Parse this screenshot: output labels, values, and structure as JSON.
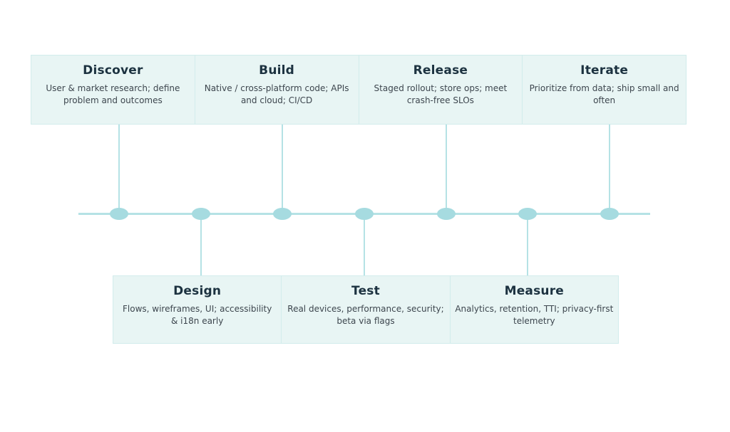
{
  "diagram": {
    "stages": [
      {
        "label": "Discover",
        "description": "User & market research; define problem and outcomes",
        "side": "top"
      },
      {
        "label": "Design",
        "description": "Flows, wireframes, UI; accessibility & i18n early",
        "side": "bottom"
      },
      {
        "label": "Build",
        "description": "Native / cross-platform code; APIs and cloud; CI/CD",
        "side": "top"
      },
      {
        "label": "Test",
        "description": "Real devices, performance, security; beta via flags",
        "side": "bottom"
      },
      {
        "label": "Release",
        "description": "Staged rollout; store ops; meet crash-free SLOs",
        "side": "top"
      },
      {
        "label": "Measure",
        "description": "Analytics, retention, TTI; privacy-first telemetry",
        "side": "bottom"
      },
      {
        "label": "Iterate",
        "description": "Prioritize from data; ship small and often",
        "side": "top"
      }
    ]
  },
  "colors": {
    "box_fill": "#e8f5f4",
    "box_border": "#d2ecec",
    "line_color": "#b5e2e5",
    "node_color": "#a6dbe0",
    "title_color": "#1c3240",
    "text_color": "#3d464e"
  }
}
